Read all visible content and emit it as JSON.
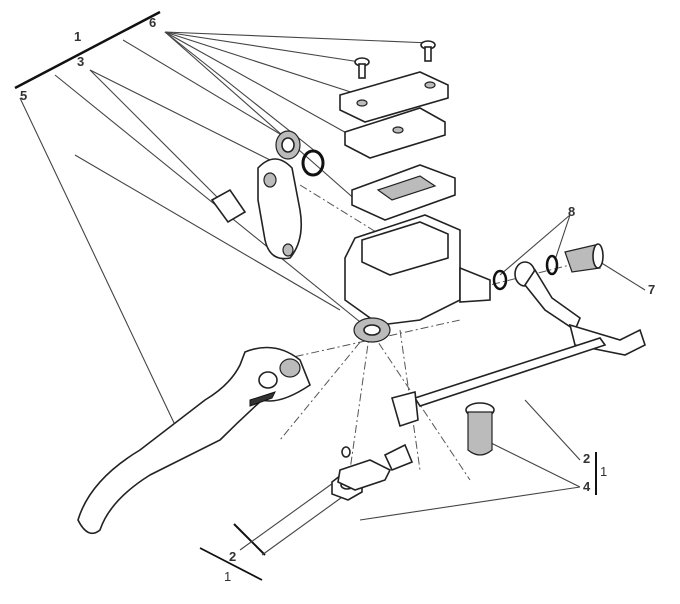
{
  "diagram": {
    "callouts": {
      "group_1_top": "1",
      "part_3": "3",
      "part_5": "5",
      "part_6": "6",
      "part_8": "8",
      "part_7": "7",
      "part_2_right": "2",
      "group_1_right": "1",
      "part_4": "4",
      "part_2_bottom": "2",
      "group_1_bottom": "1"
    }
  }
}
